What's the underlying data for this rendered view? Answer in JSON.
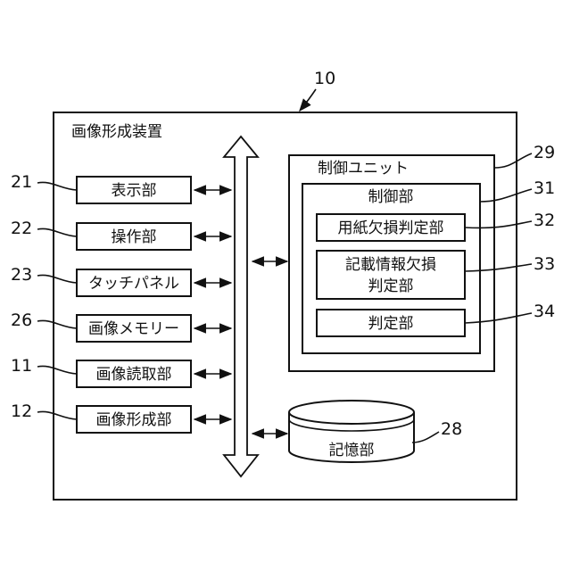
{
  "diagram": {
    "device": {
      "ref": "10",
      "title": "画像形成装置"
    },
    "components": [
      {
        "ref": "21",
        "label": "表示部"
      },
      {
        "ref": "22",
        "label": "操作部"
      },
      {
        "ref": "23",
        "label": "タッチパネル"
      },
      {
        "ref": "26",
        "label": "画像メモリー"
      },
      {
        "ref": "11",
        "label": "画像読取部"
      },
      {
        "ref": "12",
        "label": "画像形成部"
      }
    ],
    "control_unit": {
      "ref": "29",
      "title": "制御ユニット"
    },
    "controller": {
      "ref": "31",
      "title": "制御部"
    },
    "sub_units": [
      {
        "ref": "32",
        "label": "用紙欠損判定部"
      },
      {
        "ref": "33",
        "line1": "記載情報欠損",
        "line2": "判定部"
      },
      {
        "ref": "34",
        "label": "判定部"
      }
    ],
    "storage": {
      "ref": "28",
      "label": "記憶部"
    }
  }
}
